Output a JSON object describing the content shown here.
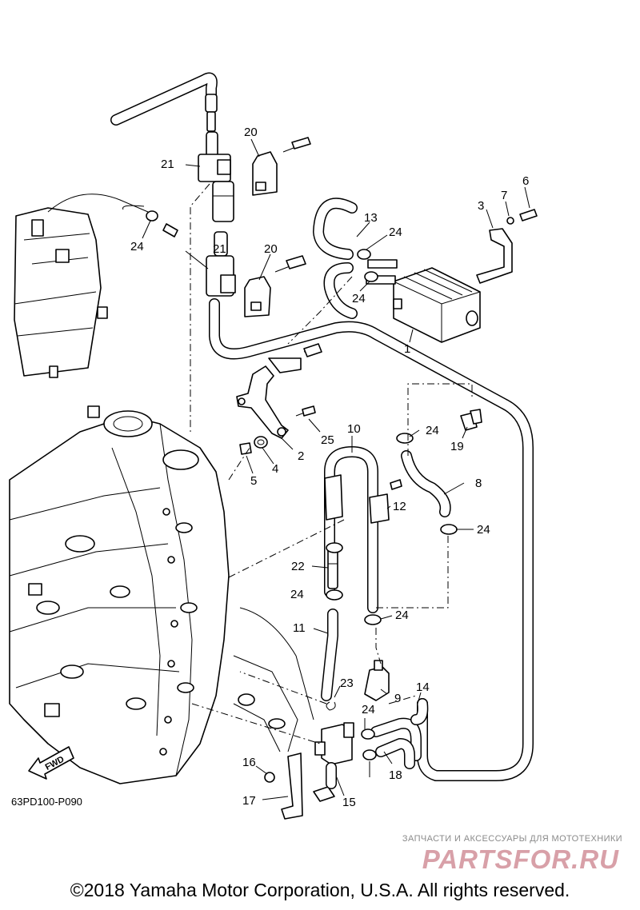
{
  "callouts": [
    "1",
    "2",
    "3",
    "4",
    "5",
    "6",
    "7",
    "8",
    "9",
    "10",
    "11",
    "12",
    "13",
    "14",
    "15",
    "16",
    "17",
    "18",
    "19",
    "20",
    "20",
    "21",
    "21",
    "22",
    "23",
    "24",
    "24",
    "24",
    "24",
    "24",
    "24",
    "24",
    "24",
    "25"
  ],
  "direction_marker": "FWD",
  "diagram_code": "63PD100-P090",
  "watermark": {
    "caption": "ЗАПЧАСТИ И АКСЕССУАРЫ ДЛЯ МОТОТЕХНИКИ",
    "logo": "PARTSFOR.RU"
  },
  "copyright": "©2018 Yamaha Motor Corporation, U.S.A. All rights reserved.",
  "colors": {
    "line": "#000000",
    "background": "#ffffff",
    "watermark": "#d8a0a8"
  }
}
